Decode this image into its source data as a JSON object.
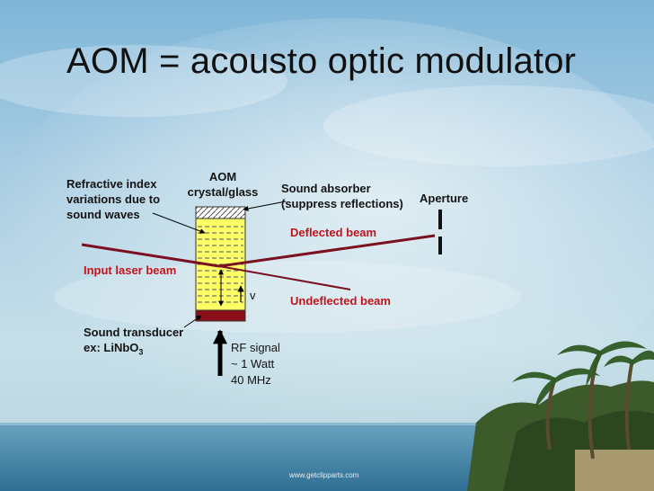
{
  "title": "AOM = acousto optic modulator",
  "labels": {
    "refractive": [
      "Refractive index",
      "variations due to",
      "sound waves"
    ],
    "aom": [
      "AOM",
      "crystal/glass"
    ],
    "absorber": [
      "Sound absorber",
      "(suppress reflections)"
    ],
    "aperture": "Aperture",
    "deflected": "Deflected beam",
    "input": "Input laser beam",
    "undeflected": "Undeflected beam",
    "velocity": "v",
    "transducer_line1": "Sound transducer",
    "transducer_prefix": "ex: LiNbO",
    "transducer_sub": "3",
    "rf": [
      "RF signal",
      "~ 1 Watt",
      "40 MHz"
    ]
  },
  "watermark": "www.getclipparts.com",
  "colors": {
    "beam": "#7b1020",
    "crystal": "#ffff66",
    "transducer": "#8b0f18",
    "label_red": "#c0141e",
    "text": "#141414"
  }
}
